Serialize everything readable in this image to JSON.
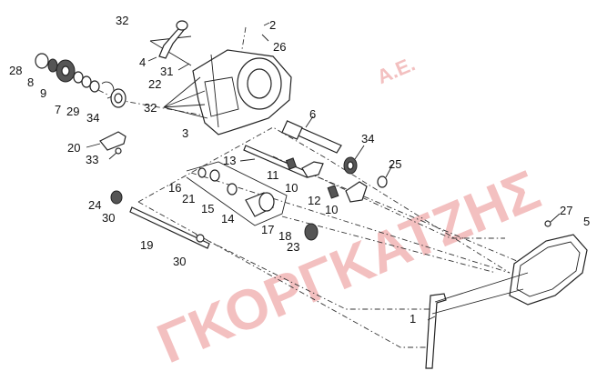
{
  "watermark": {
    "main": "ΓΚΟΡΓΚΑΤΖΗΣ",
    "suffix": "Α.Ε."
  },
  "labels": {
    "l32a": "32",
    "l2": "2",
    "l26": "26",
    "l4": "4",
    "l31": "31",
    "l28": "28",
    "l8": "8",
    "l9": "9",
    "l22": "22",
    "l7": "7",
    "l29": "29",
    "l32b": "32",
    "l34a": "34",
    "l3": "3",
    "l6": "6",
    "l20": "20",
    "l34b": "34",
    "l33": "33",
    "l13": "13",
    "l25": "25",
    "l11": "11",
    "l16": "16",
    "l10a": "10",
    "l21": "21",
    "l12": "12",
    "l24": "24",
    "l15": "15",
    "l10b": "10",
    "l30a": "30",
    "l14": "14",
    "l27": "27",
    "l5": "5",
    "l17": "17",
    "l18": "18",
    "l19": "19",
    "l23": "23",
    "l30b": "30",
    "l1": "1"
  }
}
